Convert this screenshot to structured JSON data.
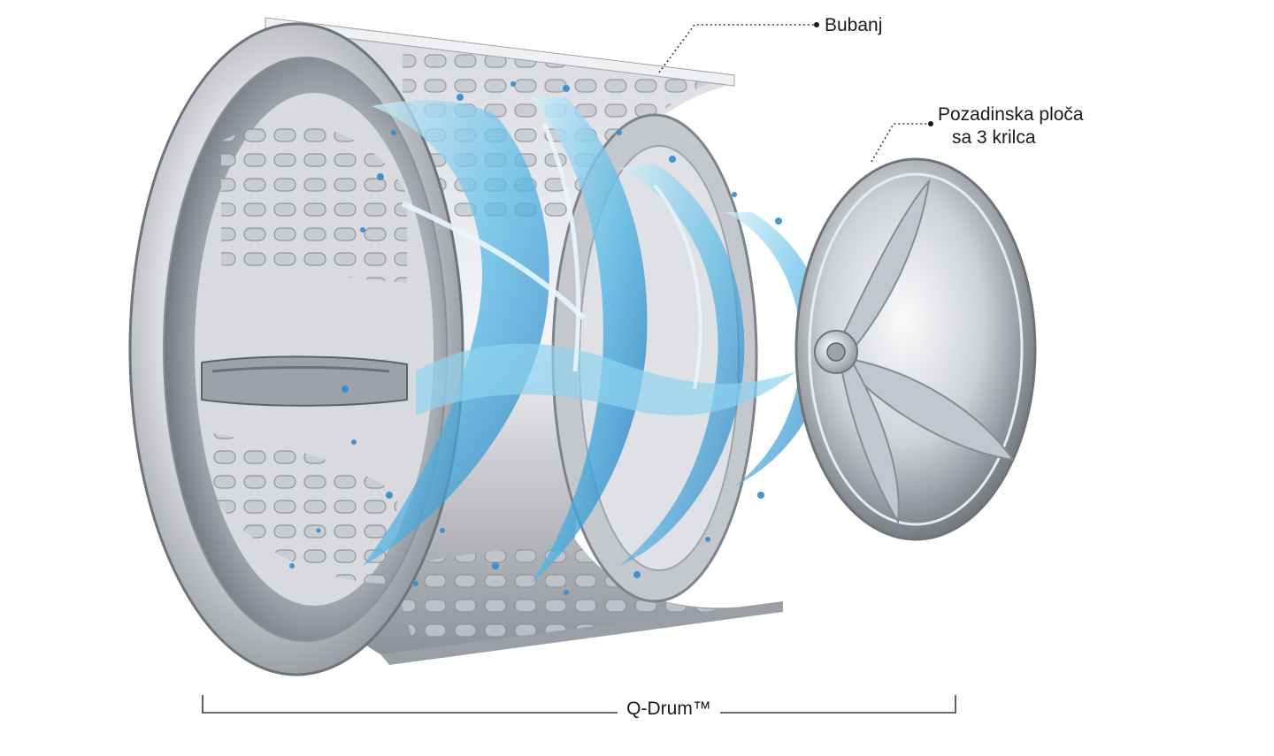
{
  "labels": {
    "drum": "Bubanj",
    "back_plate_line1": "Pozadinska ploča",
    "back_plate_line2": "sa 3 krilca",
    "q_drum": "Q-Drum™"
  },
  "colors": {
    "steel_light": "#f2f3f5",
    "steel_mid": "#b9bcc2",
    "steel_dark": "#5d6168",
    "water_light": "#bfe8f7",
    "water_mid": "#52b8e6",
    "water_dark": "#0f6fb8",
    "line": "#3a3a3a"
  },
  "icons": {
    "drum": "steel-drum-illustration",
    "water": "water-splash-illustration",
    "back_plate": "back-plate-with-3-vanes-illustration"
  }
}
